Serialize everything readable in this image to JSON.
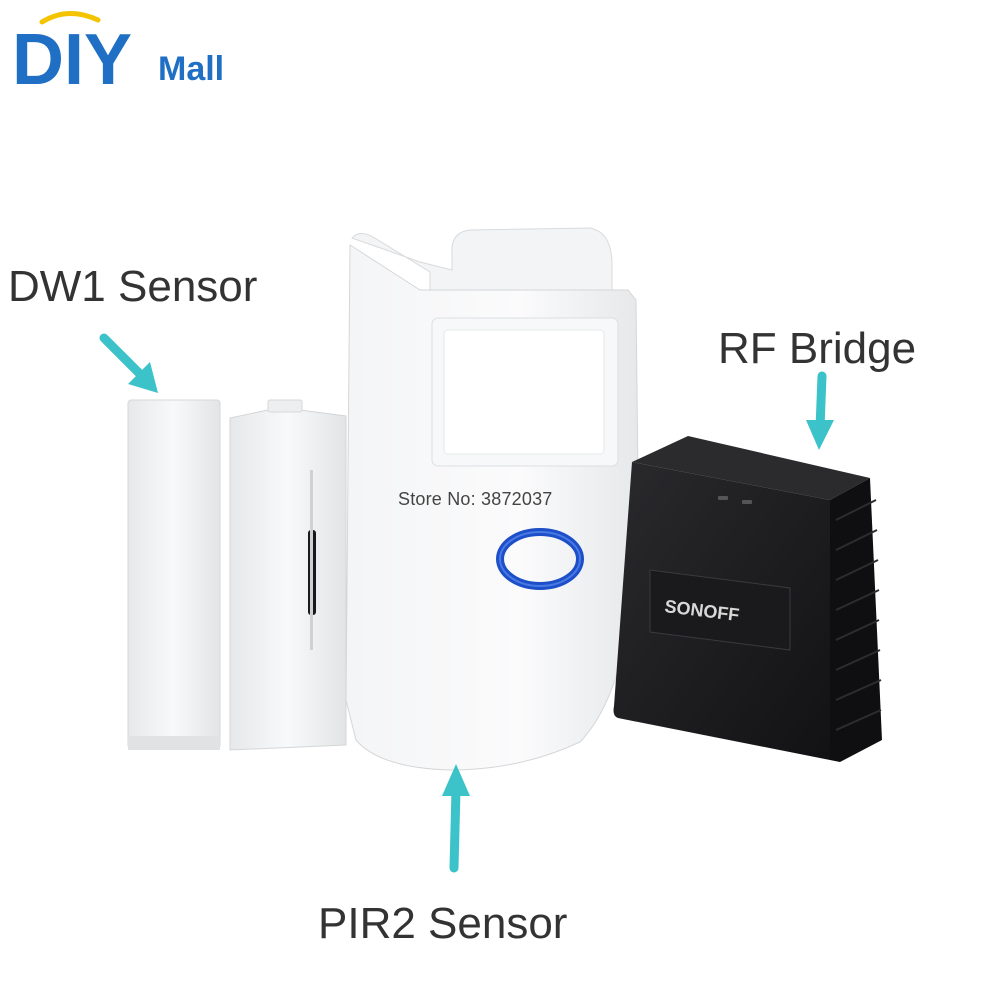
{
  "brand": {
    "logo_text_main": "DIY",
    "logo_text_sub": "Mall"
  },
  "labels": {
    "dw1": "DW1 Sensor",
    "rf_bridge": "RF Bridge",
    "pir2": "PIR2 Sensor"
  },
  "watermark": "Store No: 3872037",
  "device_logo": "SONOFF",
  "colors": {
    "logo_blue": "#1f6fc4",
    "logo_light": "#6fc7e6",
    "arrow": "#3cc3c9",
    "led_ring": "#1d4fc9",
    "bridge": "#1c1c1e"
  }
}
